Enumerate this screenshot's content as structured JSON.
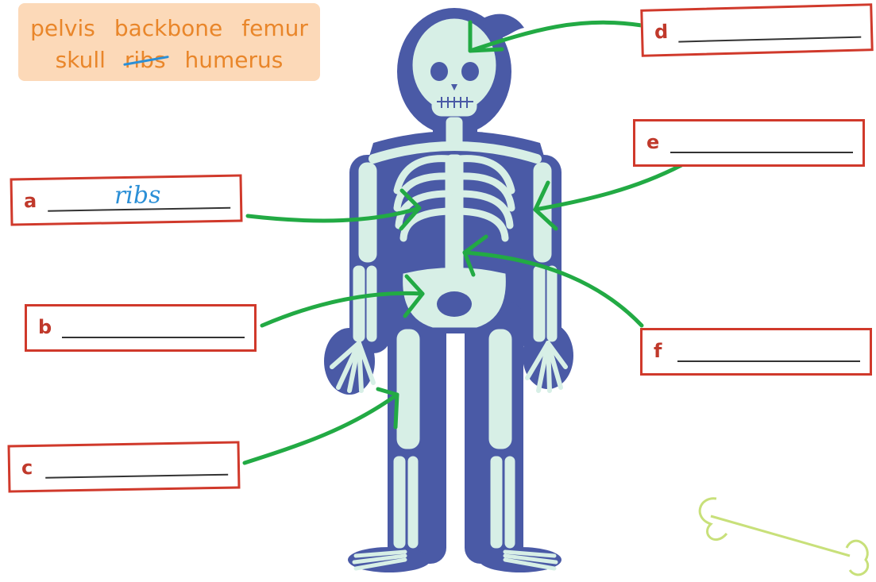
{
  "word_bank": {
    "row1": [
      "pelvis",
      "backbone",
      "femur"
    ],
    "row2": [
      "skull",
      "ribs",
      "humerus"
    ],
    "crossed_out": "ribs"
  },
  "labels": [
    {
      "letter": "a",
      "answer": "ribs"
    },
    {
      "letter": "b",
      "answer": ""
    },
    {
      "letter": "c",
      "answer": ""
    },
    {
      "letter": "d",
      "answer": ""
    },
    {
      "letter": "e",
      "answer": ""
    },
    {
      "letter": "f",
      "answer": ""
    }
  ],
  "colors": {
    "body": "#4a5aa6",
    "bone": "#d7efe6",
    "arrow": "#22aa44",
    "box_border": "#d0392b",
    "word_bank_bg": "#fcd9b8",
    "word_bank_text": "#e9862a",
    "answer_text": "#2b8fd6",
    "decor_bone": "#c8e07a"
  },
  "icons": [
    "skeleton-illustration",
    "bone-icon"
  ]
}
